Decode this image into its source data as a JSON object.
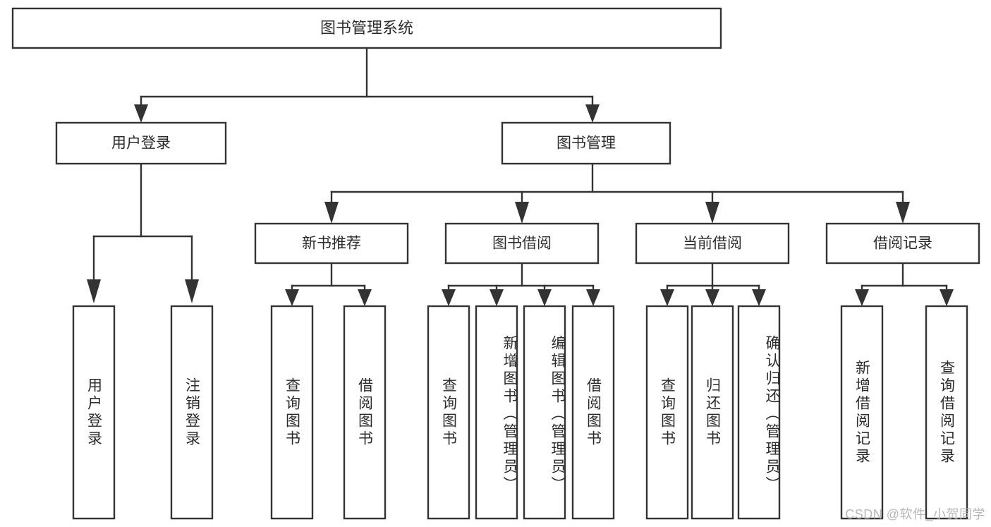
{
  "diagram": {
    "title": "图书管理系统",
    "type": "hierarchy-tree",
    "background_color": "#ffffff",
    "line_color": "#333333",
    "text_color": "#2b2b2b",
    "root": {
      "label": "图书管理系统"
    },
    "level2": [
      {
        "label": "用户登录"
      },
      {
        "label": "图书管理"
      }
    ],
    "level3": [
      {
        "label": "新书推荐"
      },
      {
        "label": "图书借阅"
      },
      {
        "label": "当前借阅"
      },
      {
        "label": "借阅记录"
      }
    ],
    "leaves": {
      "user_login": [
        {
          "label": "用户登录"
        },
        {
          "label": "注销登录"
        }
      ],
      "new_book_recommend": [
        {
          "label": "查询图书"
        },
        {
          "label": "借阅图书"
        }
      ],
      "book_borrow": [
        {
          "label": "查询图书"
        },
        {
          "label": "新增图书（管理员）"
        },
        {
          "label": "编辑图书（管理员）"
        },
        {
          "label": "借阅图书"
        }
      ],
      "current_borrow": [
        {
          "label": "查询图书"
        },
        {
          "label": "归还图书"
        },
        {
          "label": "确认归还（管理员）"
        }
      ],
      "borrow_record": [
        {
          "label": "新增借阅记录"
        },
        {
          "label": "查询借阅记录"
        }
      ]
    }
  },
  "watermark": {
    "text": "CSDN @软件_小贺同学"
  }
}
